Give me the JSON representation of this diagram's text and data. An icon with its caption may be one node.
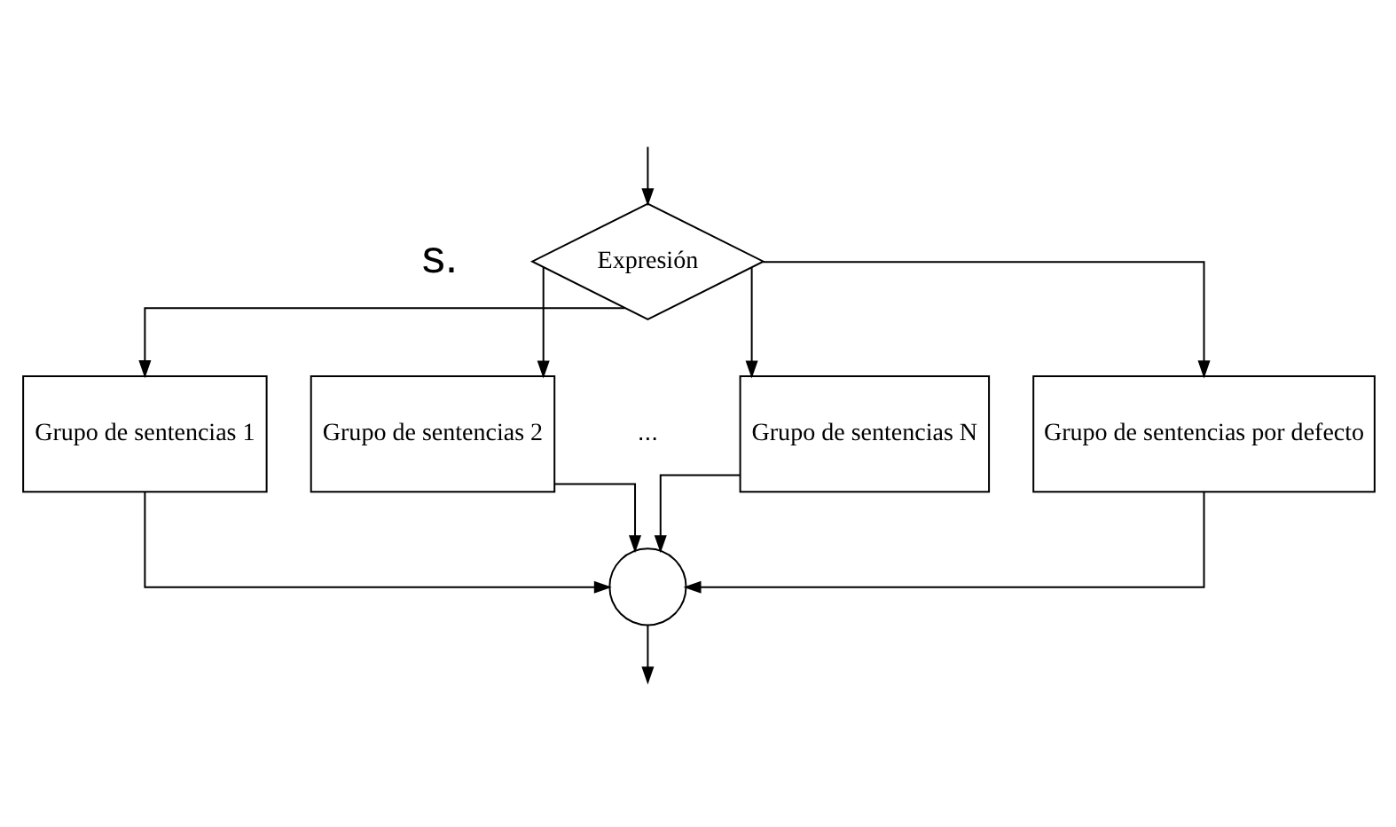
{
  "diagram": {
    "nodes": [
      {
        "text": [
          "Expresión"
        ]
      },
      {
        "text": [
          "Grupo de sentencias 1"
        ]
      },
      {
        "text": [
          "Grupo de sentencias 2"
        ]
      },
      {
        "text": [
          "Grupo de sentencias N"
        ]
      },
      {
        "text": [
          "Grupo de sentencias por defecto"
        ]
      },
      {
        "text": [],
        "shape": "circle"
      }
    ],
    "edges": [
      {
        "from": null,
        "to": 0,
        "arrow": "to"
      },
      {
        "from": 0,
        "to": 1,
        "arrow": "to"
      },
      {
        "from": 0,
        "to": 2,
        "arrow": "to"
      },
      {
        "from": 0,
        "to": 3,
        "arrow": "to"
      },
      {
        "from": 0,
        "to": 4,
        "arrow": "to"
      },
      {
        "from": 1,
        "to": 5,
        "arrow": "to"
      },
      {
        "from": 2,
        "to": 5,
        "arrow": "to"
      },
      {
        "from": 3,
        "to": 5,
        "arrow": "to"
      },
      {
        "from": 4,
        "to": 5,
        "arrow": "to"
      },
      {
        "from": 5,
        "to": null,
        "arrow": "to"
      }
    ],
    "labels": [
      "s.",
      "..."
    ]
  }
}
